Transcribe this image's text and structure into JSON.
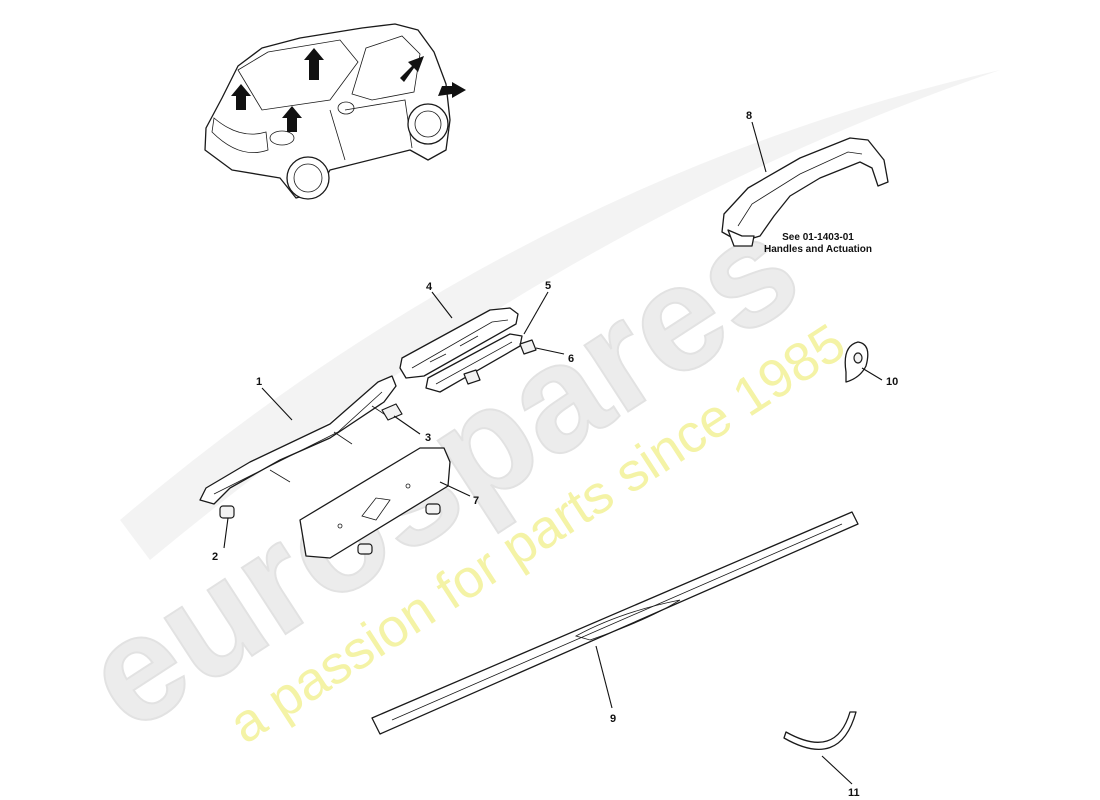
{
  "watermark": {
    "brand": "eurospares",
    "tagline": "a passion for parts since 1985",
    "tagline_color": "#f4f3a6",
    "brand_color": "#ececec"
  },
  "reference_note": {
    "line1": "See 01-1403-01",
    "line2": "Handles and Actuation"
  },
  "callouts": [
    "1",
    "2",
    "3",
    "4",
    "5",
    "6",
    "7",
    "8",
    "9",
    "10",
    "11"
  ],
  "parts": [
    {
      "number": "1",
      "icon": "long-trim-strip-icon"
    },
    {
      "number": "2",
      "icon": "clip-icon"
    },
    {
      "number": "3",
      "icon": "screw-icon"
    },
    {
      "number": "4",
      "icon": "trim-panel-icon"
    },
    {
      "number": "5",
      "icon": "clip-icon"
    },
    {
      "number": "6",
      "icon": "screw-icon"
    },
    {
      "number": "7",
      "icon": "plate-icon"
    },
    {
      "number": "8",
      "icon": "door-handle-icon"
    },
    {
      "number": "9",
      "icon": "sill-plate-icon"
    },
    {
      "number": "10",
      "icon": "grommet-icon"
    },
    {
      "number": "11",
      "icon": "arc-seal-icon"
    }
  ]
}
